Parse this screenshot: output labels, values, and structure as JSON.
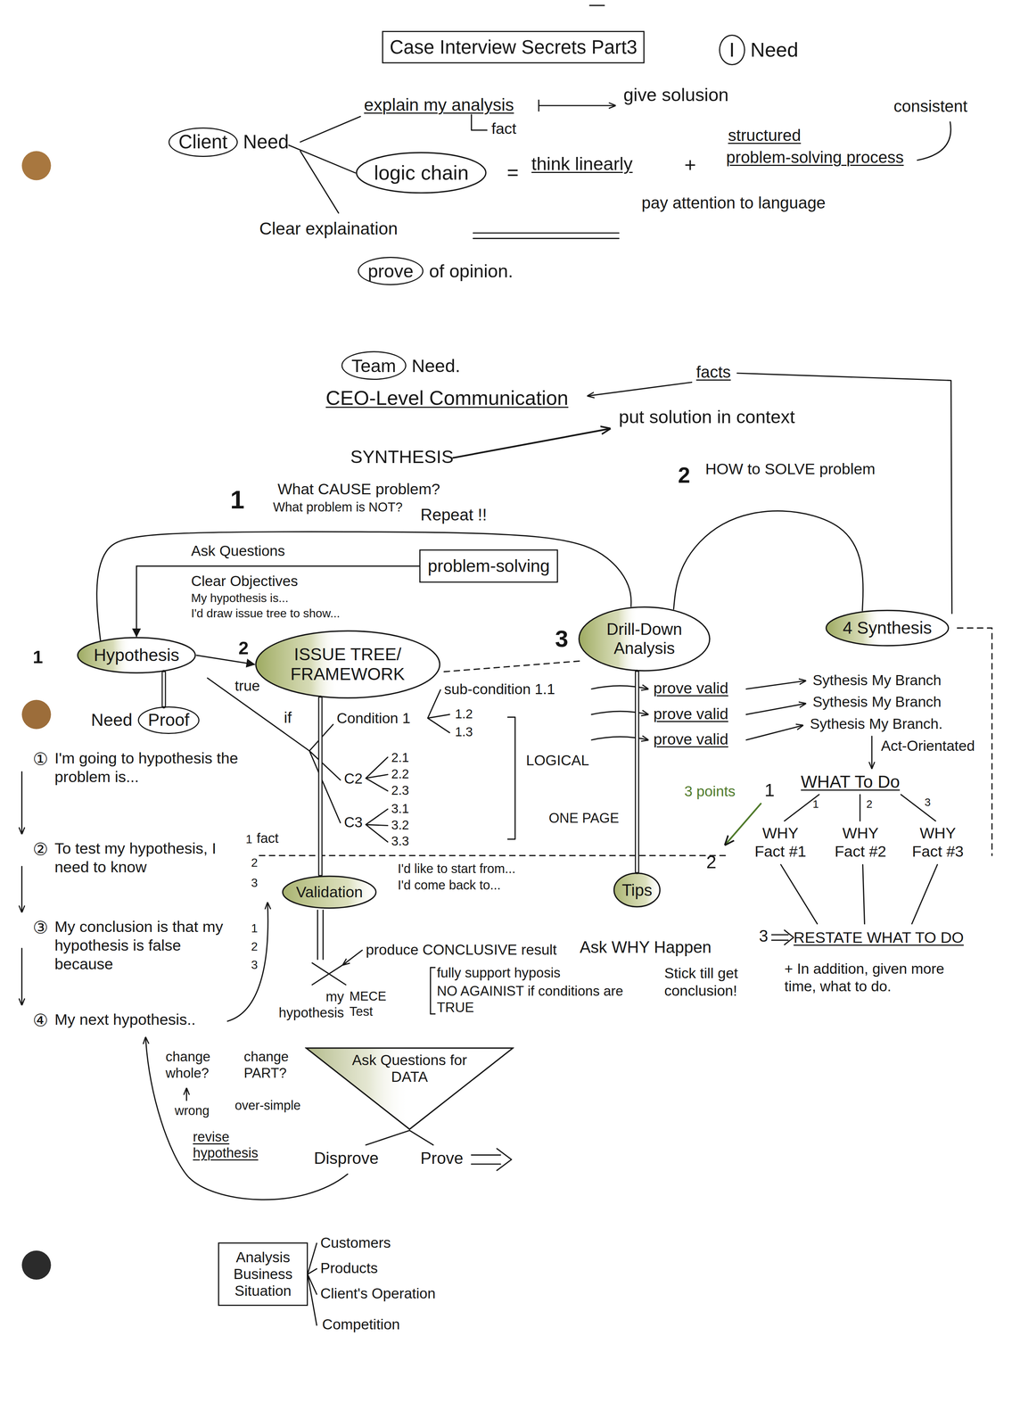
{
  "diagram": {
    "title": "Case Interview Secrets Part3",
    "nodes": [
      {
        "text": [
          "I",
          "Need"
        ]
      },
      {
        "text": [
          "Client",
          "Need"
        ]
      },
      {
        "text": [
          "logic chain"
        ]
      },
      {
        "text": [
          "prove",
          "of opinion."
        ]
      },
      {
        "text": [
          "Team",
          "Need."
        ]
      },
      {
        "text": [
          "problem-solving"
        ]
      },
      {
        "text": [
          "Hypothesis"
        ]
      },
      {
        "text": [
          "ISSUE TREE/ FRAMEWORK"
        ]
      },
      {
        "text": [
          "Drill-Down Analysis"
        ]
      },
      {
        "text": [
          "4",
          "Synthesis"
        ]
      },
      {
        "text": [
          "Need",
          "Proof"
        ]
      },
      {
        "text": [
          "Validation"
        ]
      },
      {
        "text": [
          "Tips"
        ]
      },
      {
        "text": [
          "Ask Questions for DATA"
        ]
      },
      {
        "text": [
          "Analysis Business Situation"
        ]
      }
    ],
    "edges": [
      {
        "from": 6,
        "to": 7,
        "arrow": "to"
      },
      {
        "from": 5,
        "to": 6,
        "arrow": "to"
      },
      {
        "from": 6,
        "to": 8,
        "arrow": "none"
      },
      {
        "from": 8,
        "to": 9,
        "arrow": "none"
      },
      {
        "from": 6,
        "to": 10,
        "arrow": "none"
      },
      {
        "from": 7,
        "to": 11,
        "arrow": "none"
      },
      {
        "from": 8,
        "to": 12,
        "arrow": "none"
      },
      {
        "from": 1,
        "to": 2,
        "arrow": "none"
      }
    ],
    "labels": [
      "explain my analysis",
      "fact",
      "give solusion",
      "consistent",
      "=",
      "think linearly",
      "+",
      "structured",
      "problem-solving process",
      "pay attention to language",
      "Clear explaination",
      "CEO-Level Communication",
      "facts",
      "put solution in context",
      "SYNTHESIS",
      "1",
      "What CAUSE problem?",
      "What problem is NOT?",
      "Repeat !!",
      "2",
      "HOW to SOLVE problem",
      "Ask Questions",
      "Clear Objectives",
      "My hypothesis is...",
      "I'd draw issue tree to show...",
      "1",
      "2",
      "3",
      "true",
      "if",
      "Condition 1",
      "sub-condition 1.1",
      "1.2",
      "1.3",
      "C2",
      "2.1",
      "2.2",
      "2.3",
      "C3",
      "3.1",
      "3.2",
      "3.3",
      "LOGICAL",
      "ONE PAGE",
      "prove valid",
      "prove valid",
      "prove valid",
      "Sythesis My Branch",
      "Sythesis My Branch",
      "Sythesis My Branch.",
      "Act-Orientated",
      "3 points",
      "1",
      "WHAT To Do",
      "1",
      "2",
      "3",
      "2",
      "WHY Fact #1",
      "WHY Fact #2",
      "WHY Fact #3",
      "3",
      "RESTATE WHAT TO DO",
      "+ In addition, given more time, what to do.",
      "①",
      "I'm going to hypothesis the problem is...",
      "②",
      "To test my hypothesis, I need to know",
      "1",
      "fact",
      "2",
      "3",
      "③",
      "My conclusion is that my hypothesis is false because",
      "1",
      "2",
      "3",
      "④",
      "My next hypothesis..",
      "I'd like to start from...",
      "I'd come back to...",
      "produce CONCLUSIVE result",
      "fully support hyposis",
      "NO AGAINIST if conditions are TRUE",
      "my hypothesis",
      "MECE Test",
      "Ask WHY Happen",
      "Stick till get conclusion!",
      "change whole?",
      "wrong",
      "change PART?",
      "over-simple",
      "revise hypothesis",
      "Disprove",
      "Prove",
      "Customers",
      "Products",
      "Client's Operation",
      "Competition"
    ]
  }
}
